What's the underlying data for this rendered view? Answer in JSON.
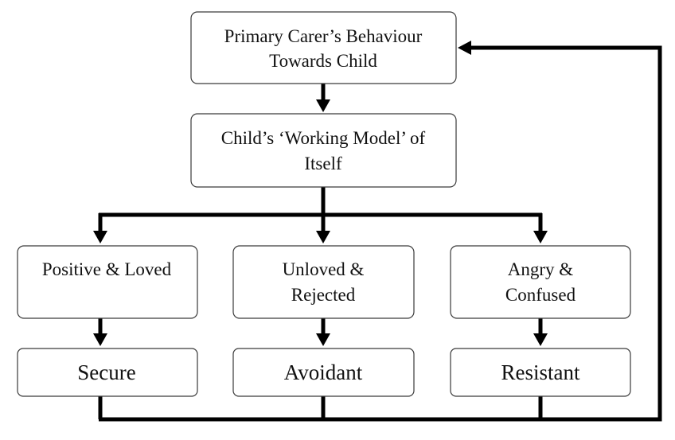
{
  "nodes": {
    "primary": {
      "lines": [
        "Primary Carer’s Behaviour",
        "Towards Child"
      ]
    },
    "working": {
      "lines": [
        "Child’s ‘Working Model’ of",
        "Itself"
      ]
    },
    "positive": {
      "lines": [
        "Positive & Loved"
      ]
    },
    "unloved": {
      "lines": [
        "Unloved &",
        "Rejected"
      ]
    },
    "angry": {
      "lines": [
        "Angry &",
        "Confused"
      ]
    },
    "secure": {
      "lines": [
        "Secure"
      ]
    },
    "avoidant": {
      "lines": [
        "Avoidant"
      ]
    },
    "resistant": {
      "lines": [
        "Resistant"
      ]
    }
  },
  "colors": {
    "line": "#000000",
    "box_border": "#3a3a3a",
    "text": "#111111",
    "background": "#ffffff"
  }
}
